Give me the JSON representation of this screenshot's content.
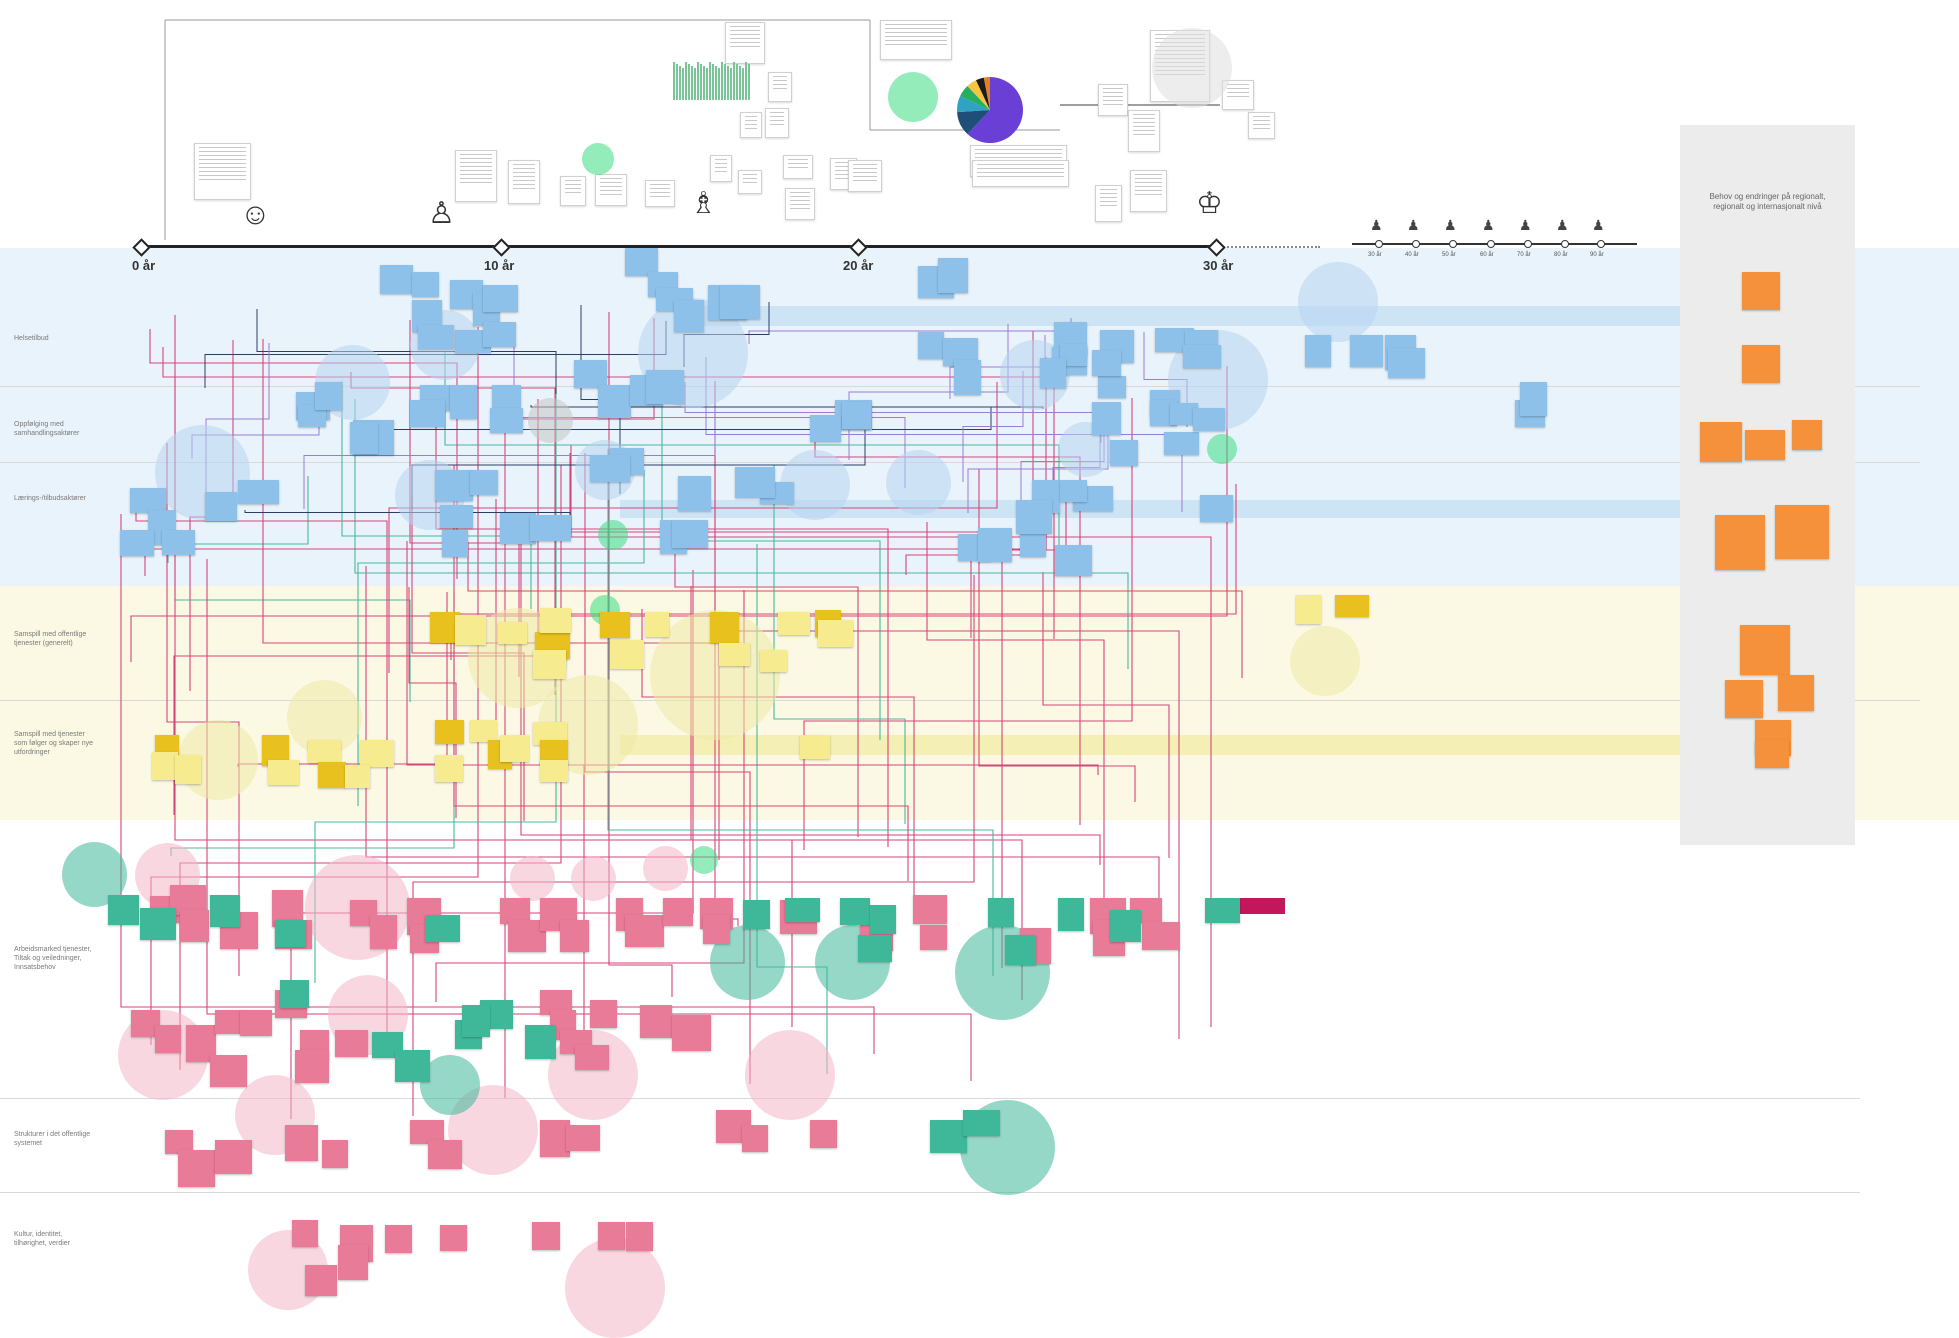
{
  "timeline": {
    "ticks": [
      "0 år",
      "10 år",
      "20 år",
      "30 år"
    ],
    "mini_ticks": [
      "30 år",
      "40 år",
      "50 år",
      "60 år",
      "70 år",
      "80 år",
      "90 år"
    ]
  },
  "lanes": [
    "Helsetilbud",
    "Oppfølging med samhandlingsaktører",
    "Lærings-/tilbudsaktører",
    "Samspill med offentlige tjenester (generelt)",
    "Samspill med tjenester som følger og skaper nye utfordringer",
    "Arbeidsmarked tjenester, Tiltak og veiledninger, Innsatsbehov",
    "Strukturer i det offentlige systemet",
    "Kultur, identitet, tilhørighet, verdier"
  ],
  "side_panel": {
    "title": "Behov og endringer på regionalt, regionalt og internasjonalt nivå"
  },
  "colors": {
    "blue_band": "#e8f3fb",
    "yellow_band": "#fbf8de",
    "blue_sticky": "#8ec1ea",
    "yellow_sticky": "#f6eb8f",
    "gold_sticky": "#e8c11e",
    "pink_sticky": "#e87b98",
    "teal_sticky": "#3fb89a",
    "orange_sticky": "#f5913a",
    "pink_line": "#d6457a",
    "teal_line": "#48b89c",
    "navy_line": "#2b3f66"
  },
  "pie_chart": {
    "type": "pie",
    "values": [
      62,
      12,
      8,
      6,
      5,
      4,
      3
    ],
    "colors": [
      "#6a3fd6",
      "#1f4e79",
      "#2fa3c4",
      "#27ae60",
      "#f5c542",
      "#1b1b1b",
      "#e67e22"
    ]
  }
}
